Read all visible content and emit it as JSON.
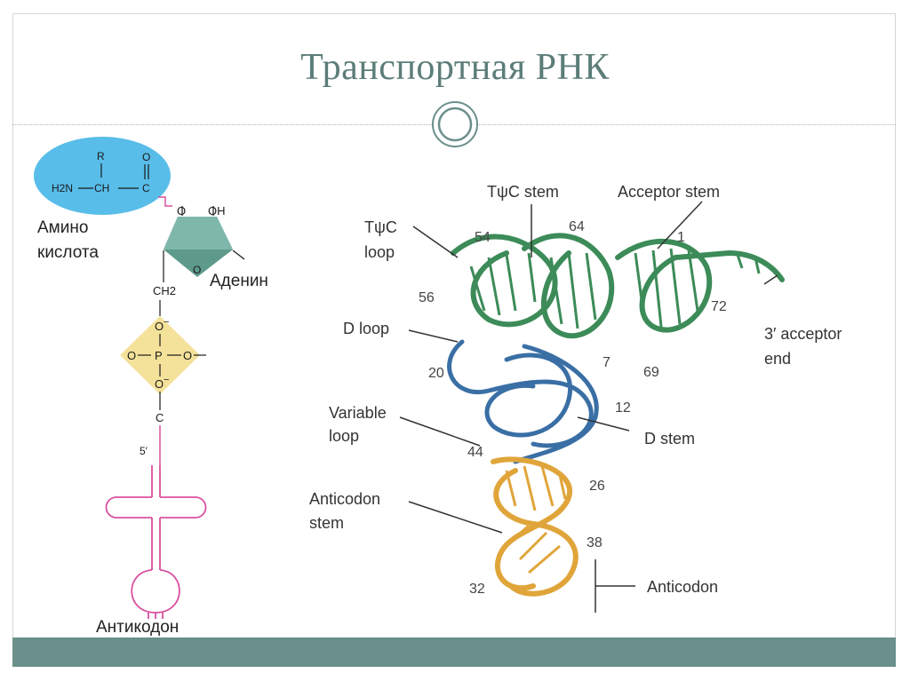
{
  "slide": {
    "title": "Транспортная РНК"
  },
  "left_diagram": {
    "amino_acid_formula": {
      "r": "R",
      "h2n": "H2N",
      "ch": "CH",
      "c": "C",
      "o": "O"
    },
    "amino_acid_label_line1": "Амино",
    "amino_acid_label_line2": "кислота",
    "ribose_o": "O",
    "ribose_oh": "OH",
    "adenine_label": "Аденин",
    "ch2": "CH2",
    "phosphate": {
      "o_top": "O",
      "o_left": "O",
      "p": "P",
      "o_right": "O",
      "o_bottom": "O"
    },
    "c_label": "C",
    "five_prime": "5′",
    "anticodon_label": "Антикодон"
  },
  "right_diagram": {
    "labels": {
      "tpsic_stem": "TψC stem",
      "acceptor_stem": "Acceptor stem",
      "tpsic_loop_line1": "TψC",
      "tpsic_loop_line2": "loop",
      "d_loop": "D loop",
      "variable_loop_line1": "Variable",
      "variable_loop_line2": "loop",
      "d_stem": "D stem",
      "anticodon_stem_line1": "Anticodon",
      "anticodon_stem_line2": "stem",
      "acceptor_end_line1": "3′ acceptor",
      "acceptor_end_line2": "end",
      "anticodon": "Anticodon"
    },
    "numbers": {
      "n54": "54",
      "n64": "64",
      "n1": "1",
      "n56": "56",
      "n72": "72",
      "n20": "20",
      "n7": "7",
      "n69": "69",
      "n12": "12",
      "n44": "44",
      "n26": "26",
      "n38": "38",
      "n32": "32"
    },
    "colors": {
      "green": "#3c8b58",
      "blue": "#3a6fa5",
      "orange": "#e0a53a"
    }
  },
  "colors": {
    "title": "#5b7d78",
    "bottom_bar": "#6b8f8a",
    "amino_oval": "#58bde9",
    "ribose": "#5e9a8c",
    "phosphate": "#f5e29a",
    "trna_pink": "#d9509e"
  }
}
